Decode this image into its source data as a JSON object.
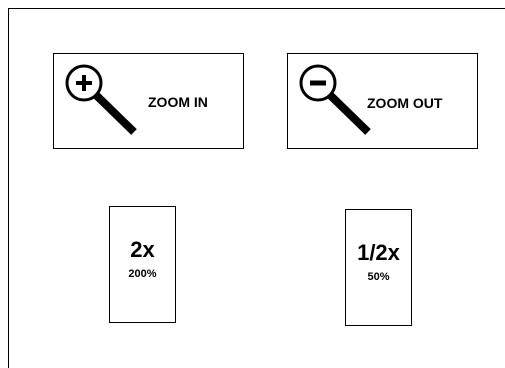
{
  "buttons": {
    "zoom_in": {
      "label": "ZOOM IN",
      "icon": "zoom-in-icon"
    },
    "zoom_out": {
      "label": "ZOOM OUT",
      "icon": "zoom-out-icon"
    },
    "scale_2x": {
      "value": "2x",
      "percent": "200%"
    },
    "scale_half": {
      "value": "1/2x",
      "percent": "50%"
    }
  }
}
